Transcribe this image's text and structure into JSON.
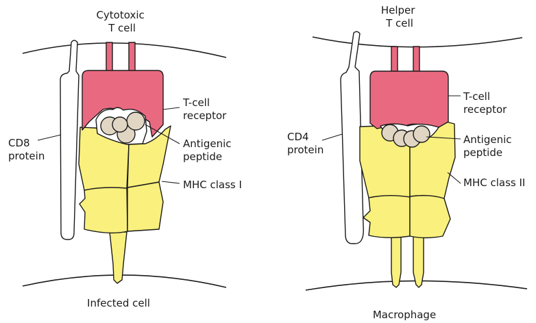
{
  "colors": {
    "receptor": "#e96a80",
    "mhc": "#f9f07e",
    "peptide": "#e0d6c3",
    "coreceptor": "#ffffff",
    "outline": "#1a1a1a"
  },
  "left": {
    "top_cell_line1": "Cytotoxic",
    "top_cell_line2": "T cell",
    "coreceptor_line1": "CD8",
    "coreceptor_line2": "protein",
    "receptor_line1": "T-cell",
    "receptor_line2": "receptor",
    "peptide_line1": "Antigenic",
    "peptide_line2": "peptide",
    "mhc": "MHC class I",
    "bottom_cell": "Infected cell"
  },
  "right": {
    "top_cell_line1": "Helper",
    "top_cell_line2": "T cell",
    "coreceptor_line1": "CD4",
    "coreceptor_line2": "protein",
    "receptor_line1": "T-cell",
    "receptor_line2": "receptor",
    "peptide_line1": "Antigenic",
    "peptide_line2": "peptide",
    "mhc": "MHC class II",
    "bottom_cell": "Macrophage"
  }
}
